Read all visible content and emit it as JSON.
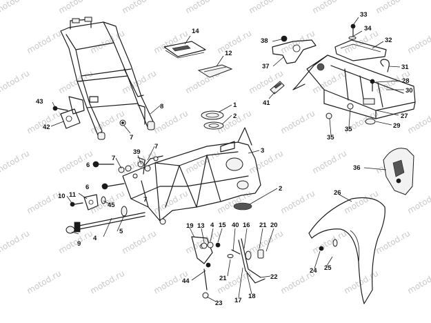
{
  "diagram": {
    "watermark_text": "motod.ru",
    "callouts": [
      "1",
      "2",
      "2",
      "3",
      "4",
      "4",
      "5",
      "6",
      "6",
      "7",
      "7",
      "7",
      "7",
      "8",
      "9",
      "10",
      "11",
      "12",
      "13",
      "14",
      "15",
      "16",
      "17",
      "18",
      "19",
      "20",
      "21",
      "21",
      "22",
      "23",
      "24",
      "25",
      "26",
      "27",
      "28",
      "29",
      "30",
      "31",
      "32",
      "33",
      "34",
      "35",
      "35",
      "36",
      "37",
      "38",
      "39",
      "40",
      "41",
      "42",
      "43",
      "44",
      "45"
    ]
  }
}
